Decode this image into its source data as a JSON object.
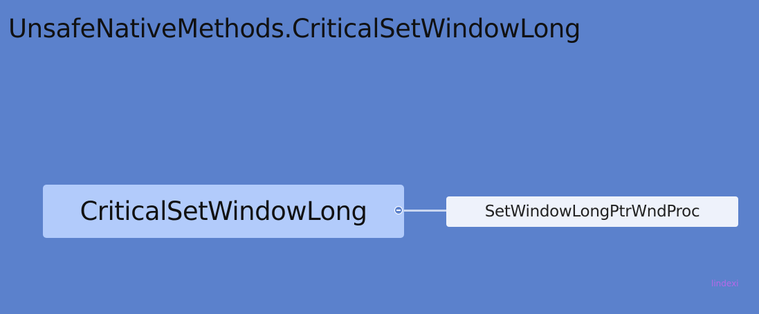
{
  "title": "UnsafeNativeMethods.CriticalSetWindowLong",
  "mindmap": {
    "root": {
      "label": "CriticalSetWindowLong",
      "collapse_icon": "minus-circle-icon",
      "children": [
        {
          "label": "SetWindowLongPtrWndProc"
        }
      ]
    }
  },
  "watermark": "lindexi",
  "colors": {
    "background": "#5b81cc",
    "root_node": "#b2cbfb",
    "child_node": "#eef2fb",
    "connector": "#c9d6f0",
    "watermark": "#b768e8"
  }
}
